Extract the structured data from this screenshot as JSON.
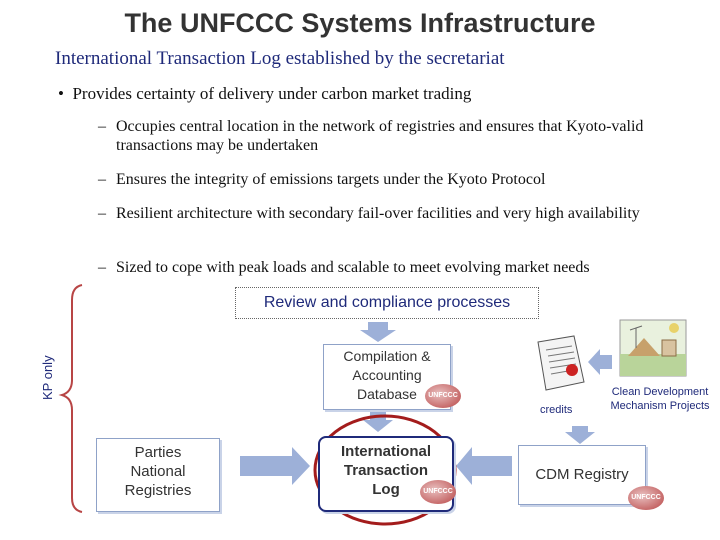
{
  "header": {
    "title": "The UNFCCC Systems Infrastructure",
    "subtitle": "International Transaction Log established by the secretariat"
  },
  "bullets": {
    "main": "Provides certainty of delivery under carbon market trading",
    "sub1": "Occupies central location in the network of registries and ensures that Kyoto-valid transactions may be undertaken",
    "sub2": "Ensures the integrity of emissions targets under the Kyoto Protocol",
    "sub3": "Resilient architecture with secondary fail-over facilities and very high availability",
    "sub4": "Sized to cope with peak loads and scalable to meet evolving market needs"
  },
  "diagram": {
    "kp_label": "KP only",
    "review": "Review and compliance processes",
    "compilation": "Compilation & Accounting Database",
    "parties": "Parties National Registries",
    "itl": "International Transaction Log",
    "cdm_registry": "CDM Registry",
    "credits": "credits",
    "cdm_projects": "Clean Development Mechanism Projects",
    "logo_text": "UNFCCC"
  },
  "colors": {
    "title": "#333333",
    "subtitle": "#1f2a7a",
    "arrow": "#9db0d8",
    "brace": "#b84545",
    "itl_ring": "#a31c1c"
  },
  "icons": [
    "certificate-icon",
    "landscape-icon",
    "unfccc-logo"
  ]
}
